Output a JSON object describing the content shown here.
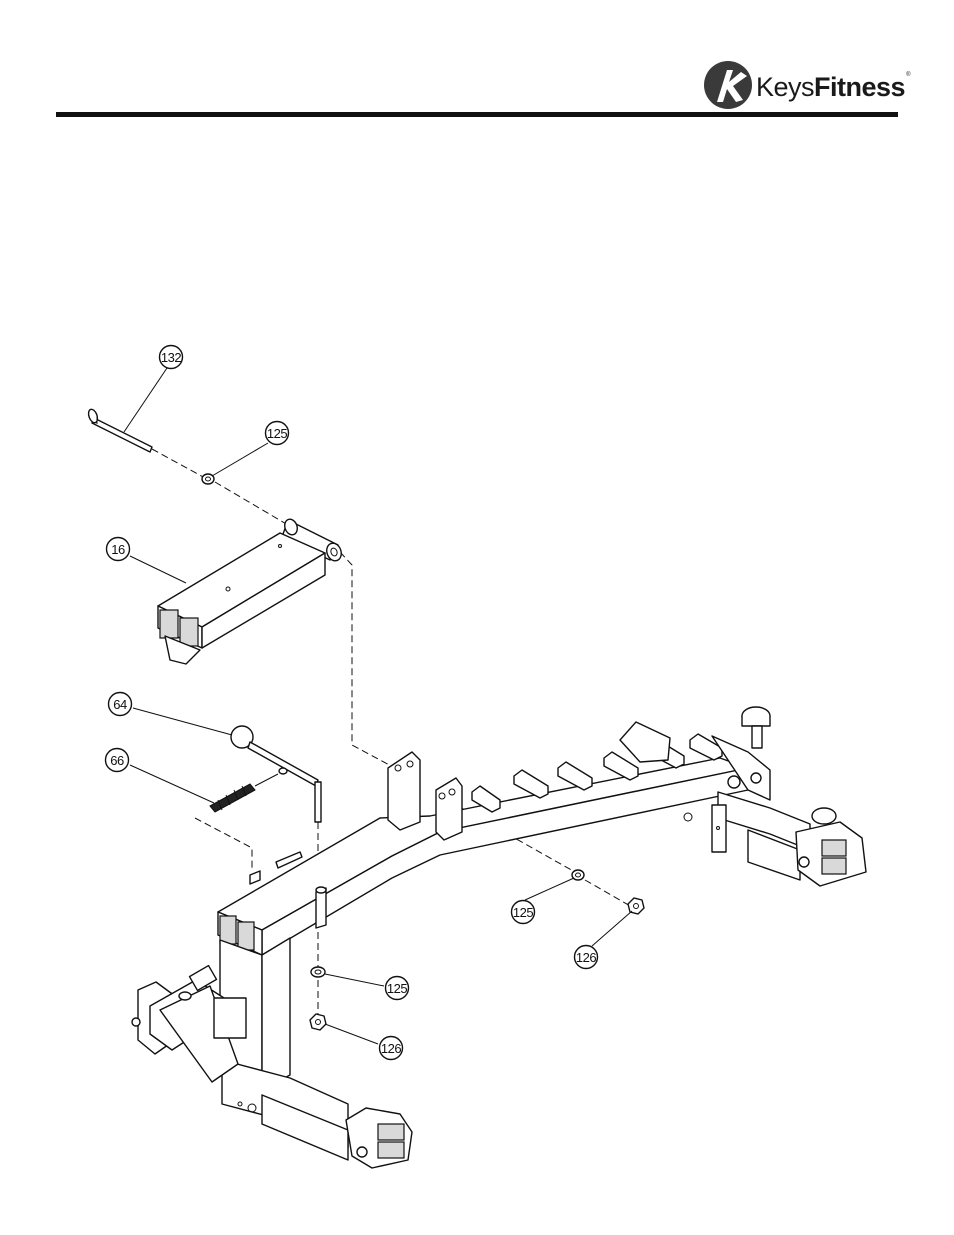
{
  "brand": {
    "name_part1": "Keys",
    "name_part2": "Fitness",
    "trademark": "®",
    "logo_icon": "keysfitness-logo-icon"
  },
  "callouts": [
    {
      "id": "callout-132",
      "label": "132"
    },
    {
      "id": "callout-125-top",
      "label": "125"
    },
    {
      "id": "callout-16",
      "label": "16"
    },
    {
      "id": "callout-64",
      "label": "64"
    },
    {
      "id": "callout-66",
      "label": "66"
    },
    {
      "id": "callout-125-right",
      "label": "125"
    },
    {
      "id": "callout-126-right",
      "label": "126"
    },
    {
      "id": "callout-125-bottom",
      "label": "125"
    },
    {
      "id": "callout-126-bottom",
      "label": "126"
    }
  ]
}
